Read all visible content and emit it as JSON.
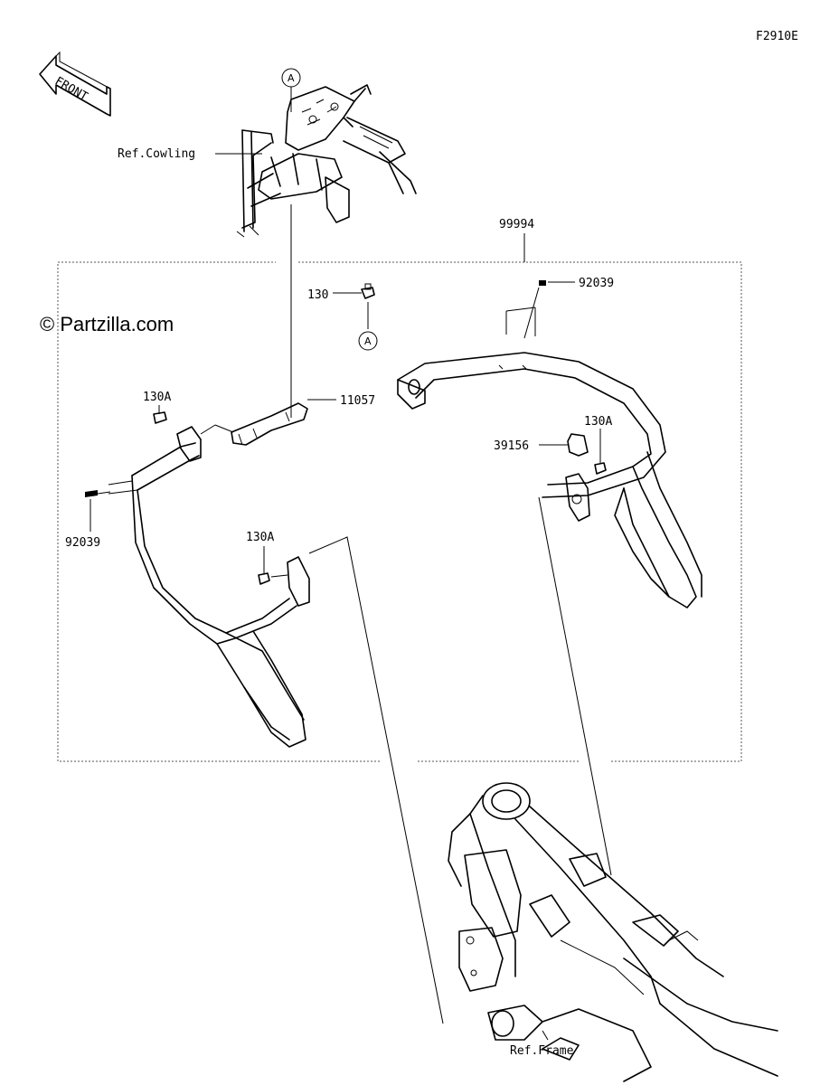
{
  "figure_code": "F2910E",
  "watermark": "© Partzilla.com",
  "front_arrow_text": "FRONT",
  "reference_marker": "A",
  "labels": {
    "ref_cowling": "Ref.Cowling",
    "ref_frame": "Ref.Frame",
    "kit_99994": "99994",
    "bolt_130": "130",
    "bolt_130a_left": "130A",
    "bolt_130a_mid": "130A",
    "bolt_130a_right": "130A",
    "bracket_11057": "11057",
    "screw_92039_left": "92039",
    "screw_92039_right": "92039",
    "cover_39156": "39156"
  }
}
